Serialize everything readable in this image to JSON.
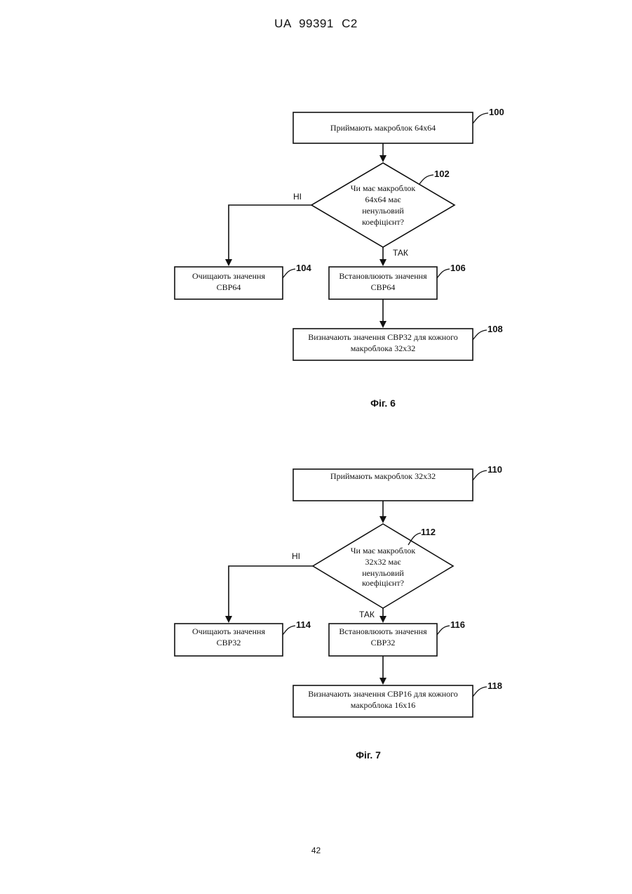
{
  "document": {
    "header": "UA 99391 C2",
    "page_number": "42"
  },
  "fig6": {
    "caption": "Фіг. 6",
    "box100": {
      "ref": "100",
      "line1": "Приймають макроблок 64x64"
    },
    "decision102": {
      "ref": "102",
      "line1": "Чи має макроблок",
      "line2": "64x64 має",
      "line3": "ненульовий",
      "line4": "коефіцієнт?"
    },
    "label_no": "НІ",
    "label_yes": "ТАК",
    "box104": {
      "ref": "104",
      "line1": "Очищають значення",
      "line2": "CBP64"
    },
    "box106": {
      "ref": "106",
      "line1": "Встановлюють значення",
      "line2": "CBP64"
    },
    "box108": {
      "ref": "108",
      "line1": "Визначають значення CBP32 для кожного",
      "line2": "макроблока 32x32"
    }
  },
  "fig7": {
    "caption": "Фіг. 7",
    "box110": {
      "ref": "110",
      "line1": "Приймають макроблок 32x32"
    },
    "decision112": {
      "ref": "112",
      "line1": "Чи має макроблок",
      "line2": "32x32 має",
      "line3": "ненульовий",
      "line4": "коефіцієнт?"
    },
    "label_no": "НІ",
    "label_yes": "ТАК",
    "box114": {
      "ref": "114",
      "line1": "Очищають значення",
      "line2": "CBP32"
    },
    "box116": {
      "ref": "116",
      "line1": "Встановлюють значення",
      "line2": "CBP32"
    },
    "box118": {
      "ref": "118",
      "line1": "Визначають значення CBP16 для кожного",
      "line2": "макроблока 16x16"
    }
  },
  "colors": {
    "ink": "#111111",
    "paper": "#ffffff"
  }
}
